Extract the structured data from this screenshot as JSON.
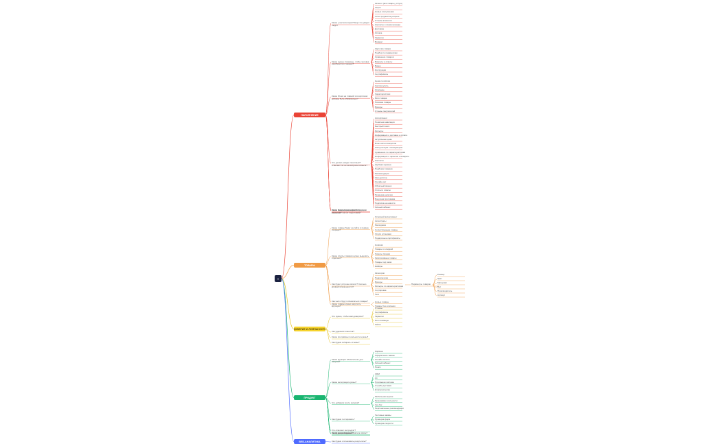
{
  "root": {
    "label": "≡"
  },
  "branches": [
    {
      "id": "red",
      "label": "НАПОЛНЕНИЕ",
      "color": "#ea4335"
    },
    {
      "id": "orange",
      "label": "ТОВАРЫ",
      "color": "#f09a44"
    },
    {
      "id": "yellow",
      "label": "ДОВЕРИЕ И ЛОЯЛЬНОСТЬ",
      "color": "#f6d32d"
    },
    {
      "id": "green",
      "label": "ПРОДУКТ",
      "color": "#19b570"
    },
    {
      "id": "blue",
      "label": "ВЕБ-АНАЛИТИКА",
      "color": "#4f6bff"
    }
  ],
  "red": {
    "groups": [
      {
        "label": "Какие у нас категории? Ещё что увидят люди?",
        "items": [
          "Каталог (все товары, услуги)",
          "Акции",
          "Новые поступления",
          "Хиты продаж/популярное",
          "Отзывы клиентов",
          "Контакты и схема проезда",
          "Доставка",
          "Оплата",
          "Гарантия",
          "Возврат"
        ]
      },
      {
        "label": "Какие нужны страницы, чтобы человек разобрался в товарах?",
        "items": [
          "Карточка товара",
          "Подбор по параметрам",
          "Сравнение товаров",
          "Вопросы и ответы",
          "Видео",
          "Инструкции",
          "Сертификаты"
        ]
      },
      {
        "label": "Какие блоки на главной и в карточках должны быть обязательно?",
        "items": [
          "Цена и наличие",
          "Кнопка купить",
          "Описание",
          "Характеристики",
          "Фото товара",
          "Похожие товары",
          "Бренды",
          "Отзывы покупателей"
        ]
      },
      {
        "label": "Что делает раздел понятным? Отвечает ли он на вопросы клиента?",
        "items": [
          "Ассортимент",
          "Понятная навигация",
          "Быстрый поиск",
          "Фильтры",
          "Информация о доставке и оплате",
          "Актуальные цены",
          "Блок частых вопросов",
          "Консультация с менеджером",
          "Сравнение по характеристикам",
          "Информация о гарантии и возврате",
          "Контакты",
          "Удобная корзина",
          "Подборки товаров",
          "Рекомендации",
          "Калькулятор",
          "Онлайн-чат",
          "Обратный звонок",
          "Статьи и советы",
          "Проверка наличия",
          "Бонусная программа",
          "Подписка на новости",
          "Личный кабинет"
        ]
      }
    ],
    "extras": [
      "Какие будут фотографии?",
      "Какие материалы покажем будущим клиентам? Как их подготовим?",
      "Какие тексты нужны для разделов и карточек?"
    ]
  },
  "orange": {
    "groups": [
      {
        "label": "Какие товары будут на сайте в первую очередь?",
        "items": [
          "Основной ассортимент",
          "Аксессуары",
          "Расходники",
          "Сопутствующие товары",
          "Услуги установки",
          "Подарочные сертификаты"
        ]
      },
      {
        "label": "Какие группы товаров нужно выделить отдельно?",
        "items": [
          "Новинки",
          "Товары со скидкой",
          "Лидеры продаж",
          "Эксклюзивные товары",
          "Товары под заказ",
          "Наборы"
        ]
      },
      {
        "label": "Как будет устроен каталог? Сколько уровней вложенности?",
        "items": [
          "Категории",
          "Подкатегории",
          "Бренды",
          "Фильтры по характеристикам",
          "Сортировка",
          "Теги"
        ],
        "sub": {
          "label": "Параметры товаров",
          "items": [
            "Размер",
            "Цвет",
            "Материал",
            "Вес",
            "Производитель",
            "Артикул"
          ]
        }
      },
      {
        "label": "Какие товары нужно загрузить вручную?",
        "items": [
          "Новые товары",
          "Товары без описания"
        ]
      }
    ],
    "extras": [
      "Как часто будут обновляться товары?"
    ]
  },
  "yellow": {
    "groups": [
      {
        "label": "Что нужно, чтобы нам доверяли?",
        "items": [
          "Отзывы",
          "Сертификаты",
          "Гарантии",
          "Фото команды",
          "Кейсы"
        ]
      }
    ],
    "extras": [
      "Как удержим клиентов?",
      "Какие программы лояльности нужны?",
      "Как будем собирать отзывы?"
    ]
  },
  "green": {
    "groups": [
      {
        "label": "Какие функции обязательны для запуска?",
        "items": [
          "Корзина",
          "Оформление заказа",
          "Онлайн-оплата",
          "Личный кабинет",
          "Поиск"
        ]
      },
      {
        "label": "Какие интеграции нужны?",
        "items": [
          "CRM",
          "1С",
          "Платёжная система",
          "Служба доставки",
          "Email-рассылка"
        ]
      },
      {
        "label": "Что добавим после запуска?",
        "items": [
          "Мобильная версия",
          "Программа лояльности",
          "Чат-бот",
          "Персональные рекомендации"
        ]
      },
      {
        "label": "Как будем тестировать?",
        "items": [
          "Тестовые заказы",
          "Проверка форм",
          "Проверка скорости"
        ]
      }
    ],
    "extras": [
      "Кто отвечает за продукт?",
      "Какие сроки запуска?",
      "Как будем собирать обратную связь?",
      "Какие метрики важны?"
    ]
  },
  "blue": {
    "extras": [
      "Как будем отслеживать результаты?"
    ]
  }
}
